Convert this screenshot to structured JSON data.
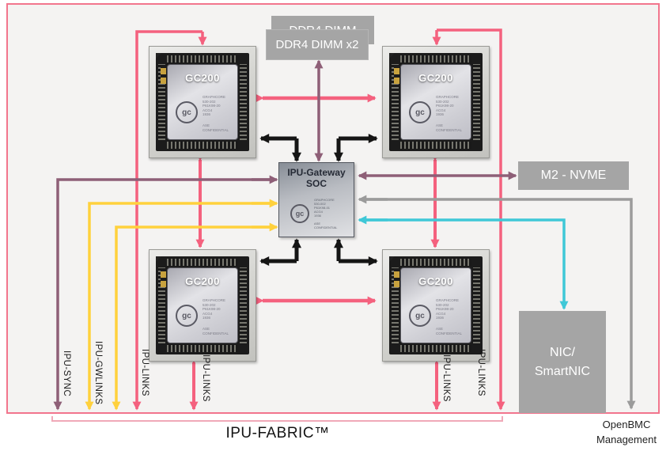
{
  "colors": {
    "pink_link": "#f4617e",
    "pink_border": "#f2758d",
    "pink_bracket": "#f0a9b8",
    "purple_link": "#8e5f77",
    "yellow_link": "#ffd13d",
    "teal_link": "#3fc8d7",
    "gray_link": "#9b9b9b",
    "black_link": "#151515",
    "box_gray": "#a5a5a5"
  },
  "boxes": {
    "ddr4_back_label": "DDR4 DIMM",
    "ddr4_front_label": "DDR4 DIMM x2",
    "m2_nvme_label": "M2 - NVME",
    "nic_label_line1": "NIC/",
    "nic_label_line2": "SmartNIC",
    "openbmc_label_line1": "OpenBMC",
    "openbmc_label_line2": "Management"
  },
  "chips": {
    "gc200": {
      "label": "GC200",
      "logo_text": "gc",
      "meta_block1": "GRAPHCORE\n530-202\nP61K98-20\nACG4\n1936",
      "meta_block2": "ASE\nCONFIDENTIAL"
    },
    "soc": {
      "title_line1": "IPU-Gateway",
      "title_line2": "SOC",
      "logo_text": "gc",
      "meta_block1": "GRAPHCORE\n530-002\nP61K98-01\nACG4\n1936",
      "meta_block2": "ASE\nCONFIDENTIAL"
    }
  },
  "link_labels": {
    "ipu_sync": "IPU-SYNC",
    "ipu_gwlinks": "IPU-GWLINKS",
    "ipu_links": "IPU-LINKS"
  },
  "footer": {
    "fabric_label": "IPU-FABRIC™"
  }
}
